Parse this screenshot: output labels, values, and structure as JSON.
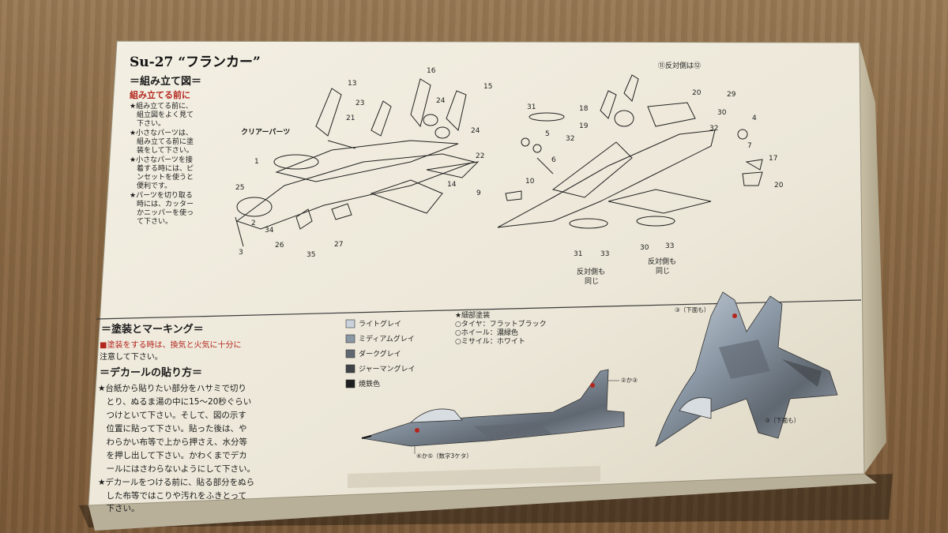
{
  "box": {
    "title": "Su-27 “フランカー”",
    "assembly": {
      "heading": "＝組み立て図＝",
      "subheading": "組み立てる前に",
      "instructions": [
        "★組み立てる前に、",
        "　組立図をよく見て",
        "　下さい。",
        "★小さなパーツは、",
        "　組み立てる前に塗",
        "　装をして下さい。",
        "★小さなパーツを接",
        "　着する時には、ピ",
        "　ンセットを使うと",
        "　便利です。",
        "★パーツを切り取る",
        "　時には、カッター",
        "　かニッパーを使っ",
        "　て下さい。"
      ],
      "clear_parts_label": "クリアーパーツ",
      "opposite_side_note": "⑪反対側は⑫",
      "same_opposite_1": [
        "反対側も",
        "同じ"
      ],
      "same_opposite_2": [
        "反対側も",
        "同じ"
      ],
      "part_numbers": [
        "13",
        "16",
        "15",
        "23",
        "21",
        "24",
        "24",
        "22",
        "14",
        "1",
        "25",
        "2",
        "34",
        "26",
        "35",
        "27",
        "3",
        "31",
        "18",
        "19",
        "32",
        "5",
        "6",
        "10",
        "9",
        "20",
        "30",
        "32",
        "29",
        "4",
        "7",
        "17",
        "20",
        "31",
        "33",
        "30",
        "33"
      ]
    },
    "painting": {
      "heading": "＝塗装とマーキング＝",
      "warning_lines": [
        "■塗装をする時は、換気と火気に十分に",
        "注意して下さい。"
      ],
      "legend": [
        {
          "label": "ライトグレイ",
          "color": "#c9d2dc"
        },
        {
          "label": "ミディアムグレイ",
          "color": "#8a97a4"
        },
        {
          "label": "ダークグレイ",
          "color": "#5f6770"
        },
        {
          "label": "ジャーマングレイ",
          "color": "#3f4246"
        },
        {
          "label": "焼鉄色",
          "color": "#1f1f1f"
        }
      ],
      "detail_heading": "★細部塗装",
      "detail_items": [
        "○タイヤ：フラットブラック",
        "○ホイール：濃緑色",
        "○ミサイル：ホワイト"
      ],
      "callouts": [
        "③（下面も）",
        "②か③",
        "④か⑤（数字3ケタ）",
        "③（下面も）"
      ]
    },
    "decal": {
      "heading": "＝デカールの貼り方＝",
      "lines": [
        "★台紙から貼りたい部分をハサミで切り",
        "　とり、ぬるま湯の中に15〜20秒ぐらい",
        "　つけといて下さい。そして、図の示す",
        "　位置に貼って下さい。貼った後は、や",
        "　わらかい布等で上から押さえ、水分等",
        "　を押し出して下さい。かわくまでデカ",
        "　ールにはさわらないようにして下さい。",
        "★デカールをつける前に、貼る部分をぬら",
        "　した布等ではこりや汚れをふきとって",
        "　下さい。"
      ]
    }
  }
}
